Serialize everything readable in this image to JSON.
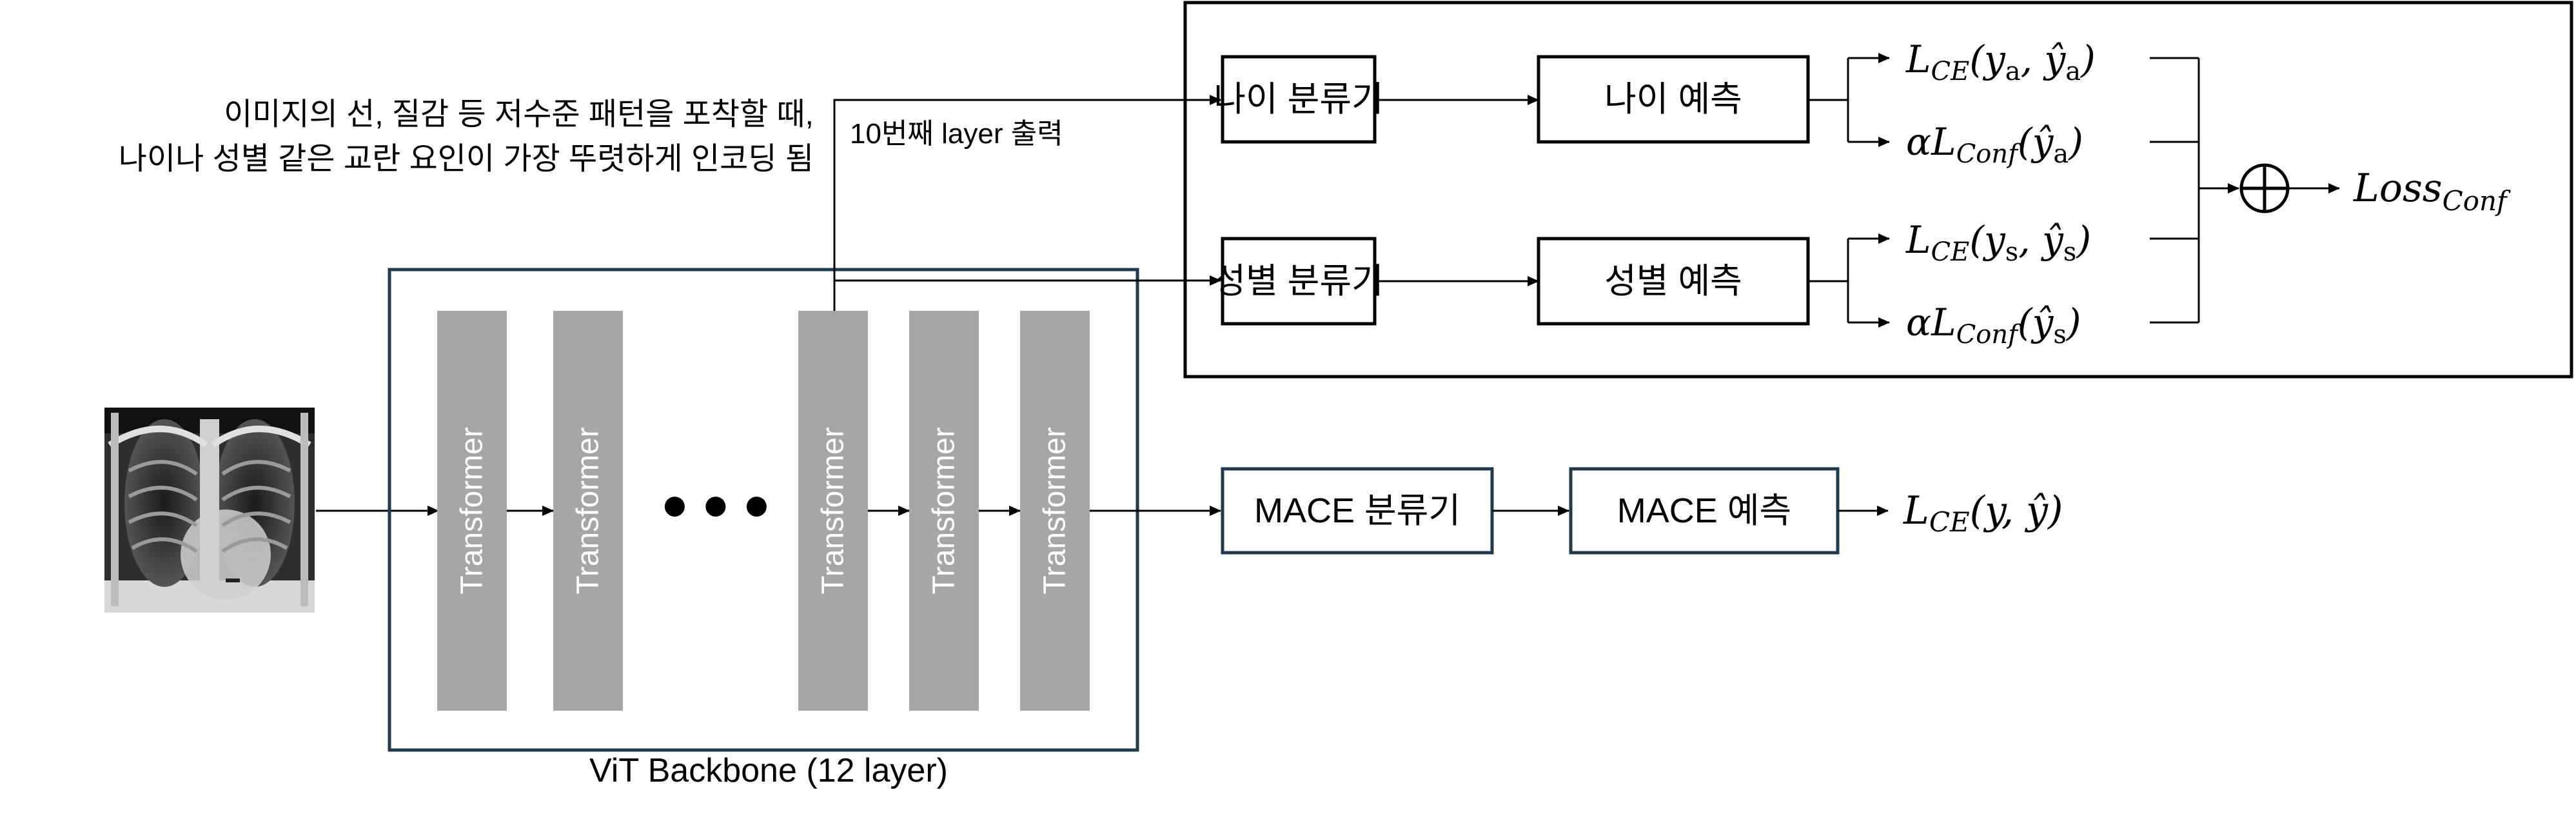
{
  "annotation": {
    "line1": "이미지의 선, 질감 등 저수준 패턴을 포착할 때,",
    "line2": "나이나 성별 같은 교란 요인이 가장 뚜렷하게 인코딩 됨"
  },
  "layer_tap_label": "10번째 layer 출력",
  "backbone": {
    "label": "ViT Backbone (12 layer)",
    "block_label": "Transformer",
    "ellipsis": "● ● ●"
  },
  "age_branch": {
    "classifier": "나이 분류기",
    "prediction": "나이 예측",
    "ce_loss": {
      "main": "L",
      "sub": "CE",
      "args": "(y",
      "s1": "a",
      "mid": ", ",
      "hat": "ŷ",
      "s2": "a",
      "close": ")"
    },
    "conf_loss": {
      "alpha": "α",
      "main": "L",
      "sub": "Conf",
      "open": "(",
      "hat": "ŷ",
      "s": "a",
      "close": ")"
    }
  },
  "sex_branch": {
    "classifier": "성별 분류기",
    "prediction": "성별 예측",
    "ce_loss": {
      "main": "L",
      "sub": "CE",
      "args": "(y",
      "s1": "s",
      "mid": ", ",
      "hat": "ŷ",
      "s2": "s",
      "close": ")"
    },
    "conf_loss": {
      "alpha": "α",
      "main": "L",
      "sub": "Conf",
      "open": "(",
      "hat": "ŷ",
      "s": "s",
      "close": ")"
    }
  },
  "combined": {
    "main": "Loss",
    "sub": "Conf",
    "operator": "⊕"
  },
  "mace_branch": {
    "classifier": "MACE 분류기",
    "prediction": "MACE 예측",
    "loss": {
      "main": "L",
      "sub": "CE",
      "args": "(y, ŷ)"
    }
  },
  "colors": {
    "transformer_fill": "#a6a6a6",
    "backbone_border": "#1f3b4d",
    "mace_border": "#1f3b4d",
    "line": "#000000"
  }
}
